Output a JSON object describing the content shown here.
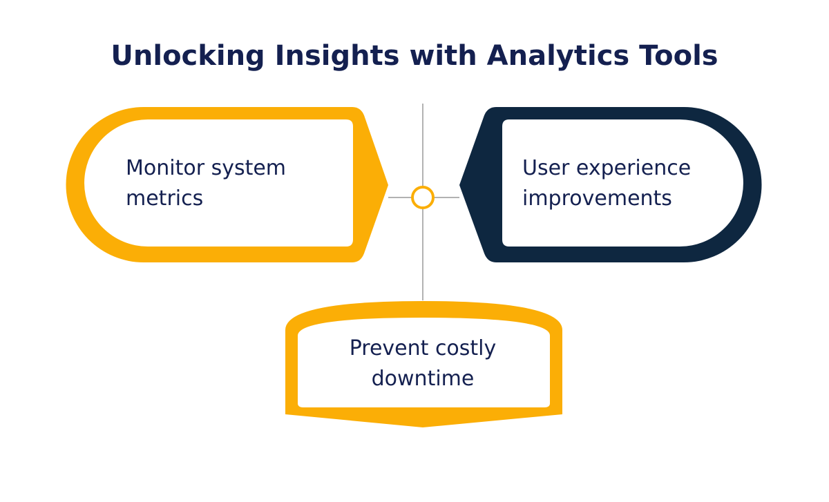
{
  "title": "Unlocking Insights with Analytics Tools",
  "colors": {
    "accent_yellow": "#FBAE06",
    "navy": "#0E2740",
    "text": "#142050",
    "connector": "#999999"
  },
  "nodes": {
    "left": {
      "line1": "Monitor system",
      "line2": "metrics"
    },
    "right": {
      "line1": "User experience",
      "line2": "improvements"
    },
    "bottom": {
      "line1": "Prevent costly",
      "line2": "downtime"
    }
  }
}
